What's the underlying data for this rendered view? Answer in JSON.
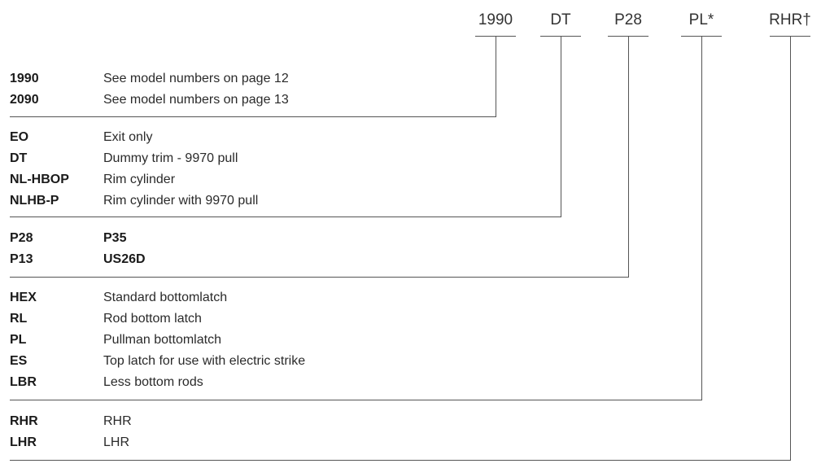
{
  "header": {
    "model": "1990",
    "trim": "DT",
    "finish": "P28",
    "latch": "PL*",
    "hand": "RHR†"
  },
  "groups": {
    "model": [
      {
        "code": "1990",
        "desc": "See model numbers on page 12"
      },
      {
        "code": "2090",
        "desc": "See model numbers on page 13"
      }
    ],
    "trim": [
      {
        "code": "EO",
        "desc": "Exit only"
      },
      {
        "code": "DT",
        "desc": "Dummy trim - 9970 pull"
      },
      {
        "code": "NL-HBOP",
        "desc": "Rim cylinder"
      },
      {
        "code": "NLHB-P",
        "desc": "Rim cylinder with 9970 pull"
      }
    ],
    "finish": [
      {
        "code": "P28",
        "desc": "P35"
      },
      {
        "code": "P13",
        "desc": "US26D"
      }
    ],
    "latch": [
      {
        "code": "HEX",
        "desc": "Standard bottomlatch"
      },
      {
        "code": "RL",
        "desc": "Rod bottom latch"
      },
      {
        "code": "PL",
        "desc": "Pullman bottomlatch"
      },
      {
        "code": "ES",
        "desc": "Top latch for use with electric strike"
      },
      {
        "code": "LBR",
        "desc": "Less bottom rods"
      }
    ],
    "hand": [
      {
        "code": "RHR",
        "desc": "RHR"
      },
      {
        "code": "LHR",
        "desc": "LHR"
      }
    ]
  }
}
